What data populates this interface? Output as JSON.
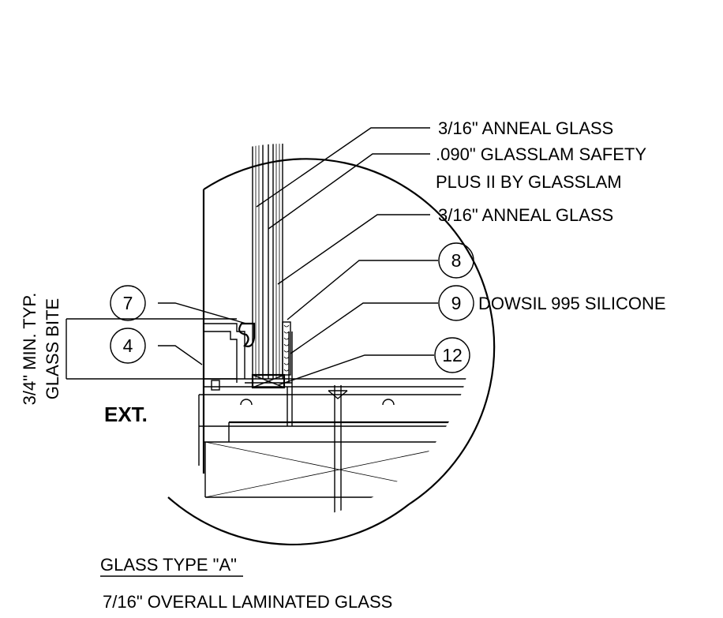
{
  "callouts": {
    "glass_outer": "3/16\" ANNEAL GLASS",
    "interlayer_line1": ".090\" GLASSLAM SAFETY",
    "interlayer_line2": "PLUS II BY GLASSLAM",
    "glass_inner": "3/16\" ANNEAL GLASS",
    "silicone": "DOWSIL 995 SILICONE"
  },
  "bubbles": {
    "b7": "7",
    "b4": "4",
    "b8": "8",
    "b9": "9",
    "b12": "12"
  },
  "dimension": {
    "line1": "3/4\" MIN. TYP.",
    "line2": "GLASS BITE"
  },
  "side_label": "EXT.",
  "caption": {
    "title": "GLASS TYPE \"A\"",
    "subtitle": "7/16\" OVERALL LAMINATED GLASS"
  }
}
